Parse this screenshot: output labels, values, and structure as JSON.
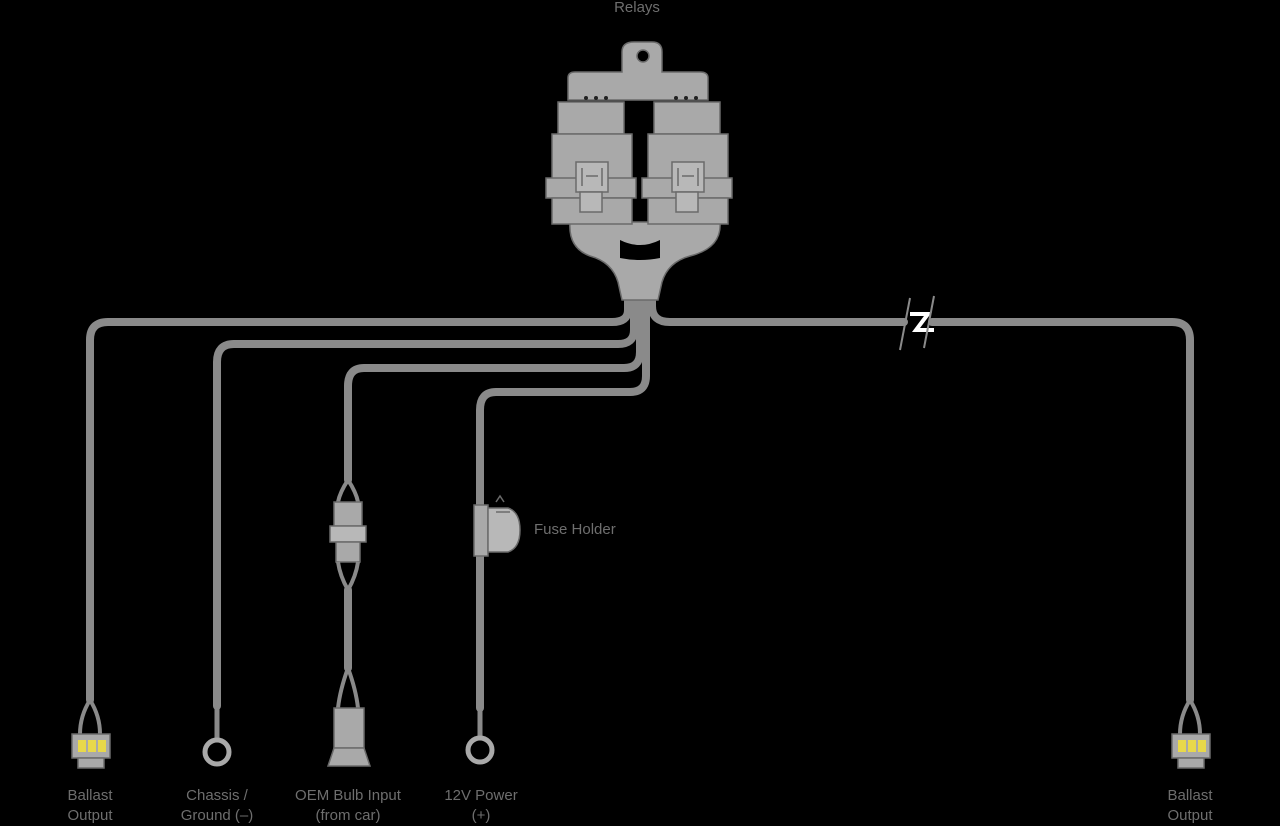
{
  "labels": {
    "relays": "Relays",
    "fuse_holder": "Fuse Holder",
    "ballast_left": [
      "Ballast",
      "Output"
    ],
    "chassis": [
      "Chassis /",
      "Ground (–)"
    ],
    "oem": [
      "OEM Bulb Input",
      "(from car)"
    ],
    "power": [
      "12V Power",
      "(+)"
    ],
    "ballast_right": [
      "Ballast",
      "Output"
    ]
  },
  "colors": {
    "background": "#000000",
    "wire": "#8a8a8a",
    "component": "#a9a9a9",
    "outline": "#6a6a6a",
    "pins": "#e8d84a",
    "label": "#6e6e6e"
  }
}
